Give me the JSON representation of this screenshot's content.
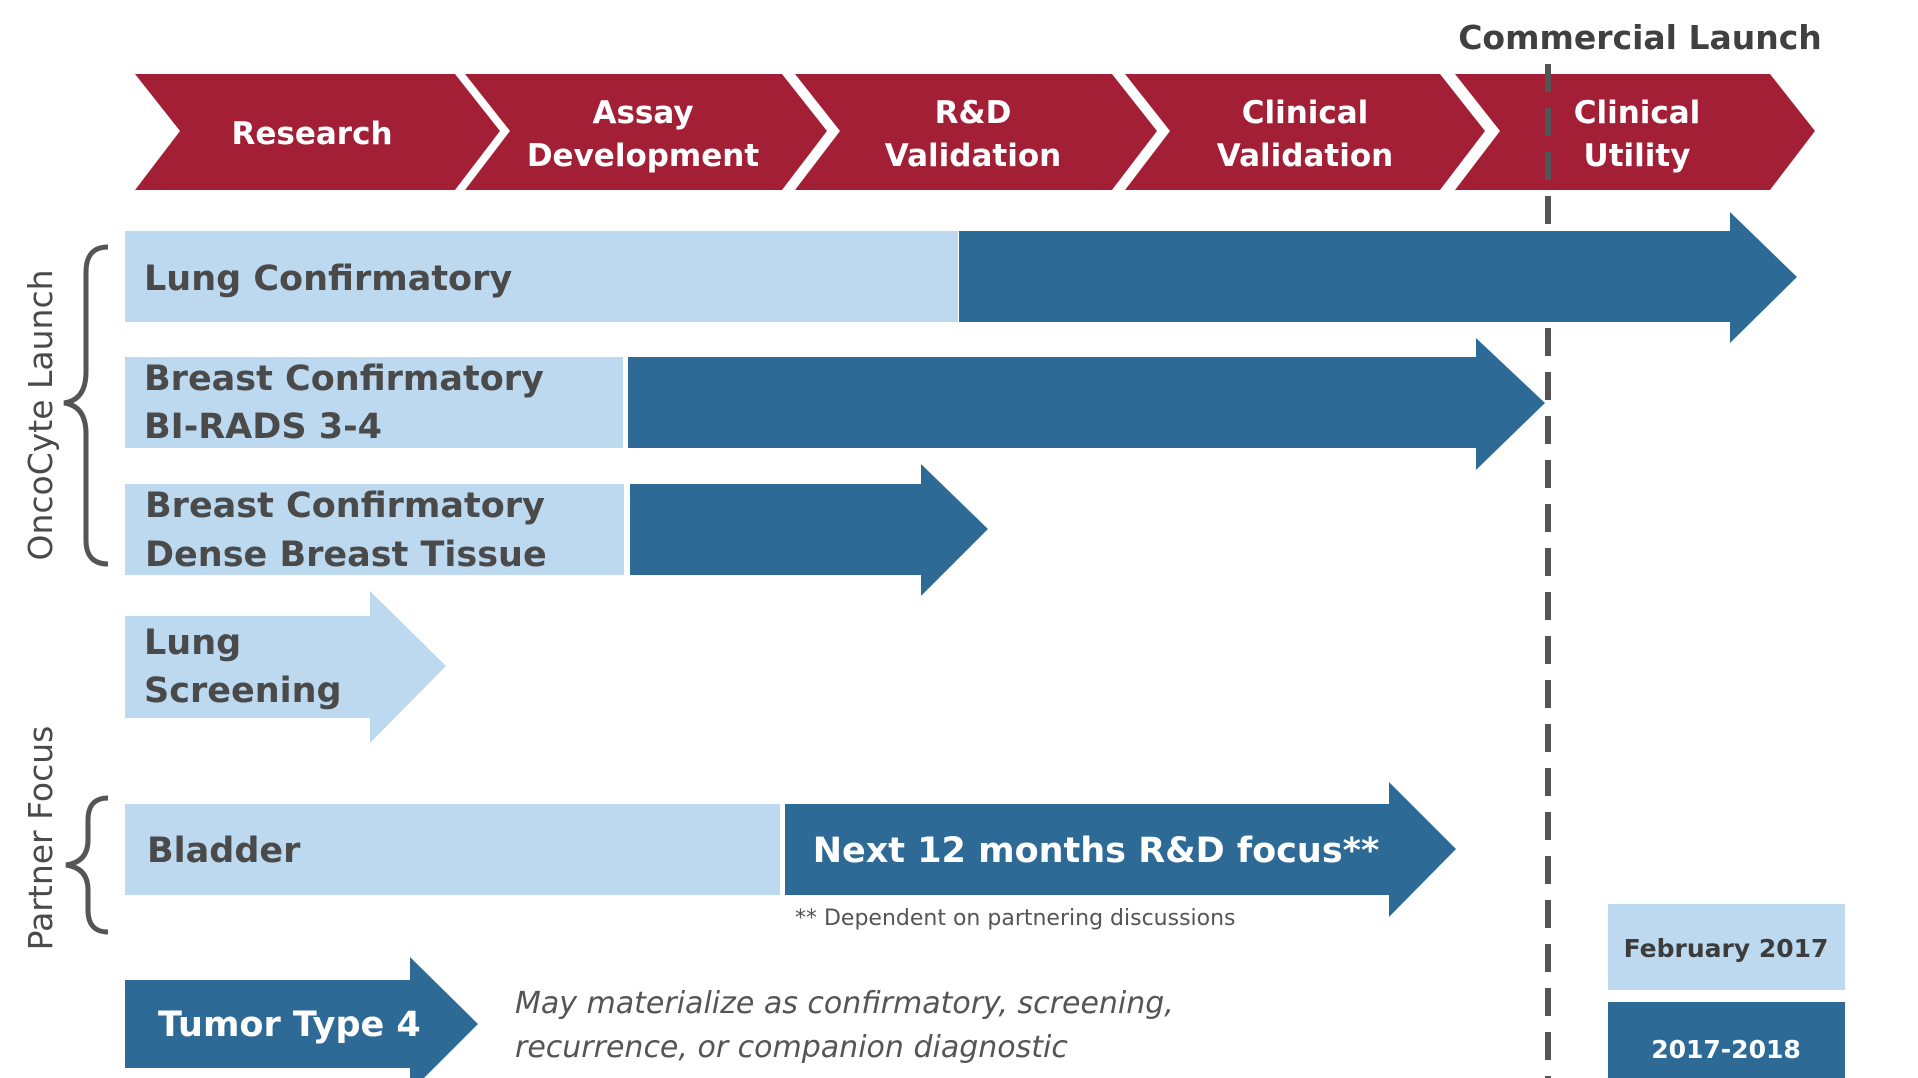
{
  "colors": {
    "stage_red": "#a31f36",
    "light_blue": "#bcd9f0",
    "dark_blue": "#2e6a96",
    "text_gray": "#4a4a4a"
  },
  "commercial_launch": "Commercial Launch",
  "stages": [
    {
      "lines": [
        "Research"
      ]
    },
    {
      "lines": [
        "Assay",
        "Development"
      ]
    },
    {
      "lines": [
        "R&D",
        "Validation"
      ]
    },
    {
      "lines": [
        "Clinical",
        "Validation"
      ]
    },
    {
      "lines": [
        "Clinical",
        "Utility"
      ]
    }
  ],
  "groups": {
    "oncocyte": "OncoCyte  Launch",
    "partner": "Partner Focus"
  },
  "rows": [
    {
      "lines": [
        "Lung Confirmatory"
      ]
    },
    {
      "lines": [
        "Breast Confirmatory",
        "BI-RADS 3-4"
      ]
    },
    {
      "lines": [
        "Breast Confirmatory",
        "Dense Breast Tissue"
      ]
    },
    {
      "lines": [
        "Lung",
        "Screening"
      ]
    },
    {
      "lines": [
        "Bladder"
      ],
      "dark_label": "Next 12 months R&D focus**"
    },
    {
      "lines": [
        "Tumor Type 4"
      ]
    }
  ],
  "footnote": "** Dependent  on partnering  discussions",
  "tumor_note": [
    "May materialize as confirmatory, screening,",
    "recurrence,  or companion  diagnostic"
  ],
  "legend": [
    {
      "label": "February 2017"
    },
    {
      "label": "2017-2018"
    }
  ]
}
